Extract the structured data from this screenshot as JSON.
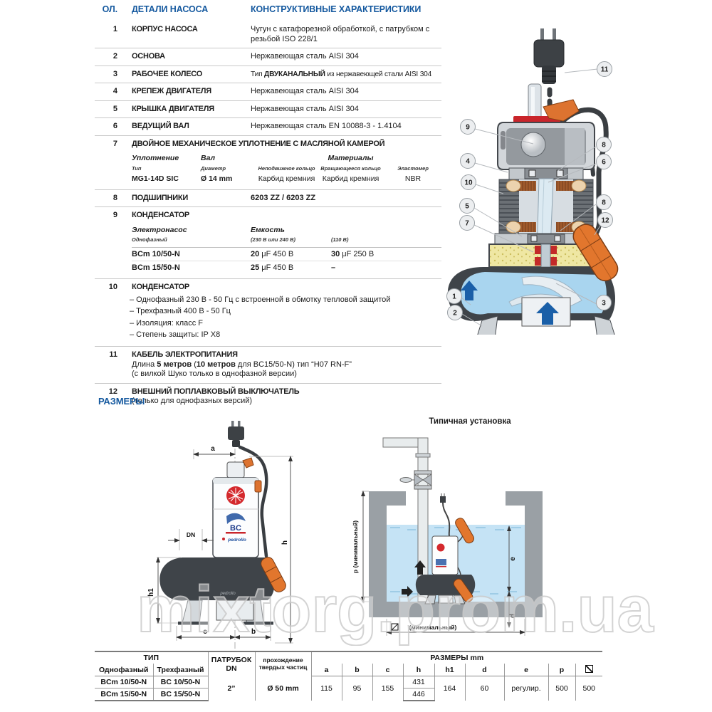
{
  "colors": {
    "accent_blue": "#15599f",
    "orange": "#dd7330",
    "red": "#c9252b",
    "water_blue": "#a9d5ef",
    "dark_gray": "#3f4449"
  },
  "parts_table": {
    "header": {
      "pos": "ОЛ.",
      "parts": "ДЕТАЛИ НАСОСА",
      "characteristics": "КОНСТРУКТИВНЫЕ ХАРАКТЕРИСТИКИ"
    },
    "rows": [
      {
        "num": "1",
        "name": "КОРПУС НАСОСА",
        "desc": "Чугун с катафорезной обработкой, с  патрубком с резьбой ISO 228/1"
      },
      {
        "num": "2",
        "name": "ОСНОВА",
        "desc": "Нержавеющая сталь AISI 304"
      },
      {
        "num": "3",
        "name": "РАБОЧЕЕ КОЛЕСО",
        "desc_pre": "Тип ",
        "desc_bold": "ДВУКАНАЛЬНЫЙ",
        "desc_post": " из нержавеющей стали AISI 304"
      },
      {
        "num": "4",
        "name": "КРЕПЕЖ ДВИГАТЕЛЯ",
        "desc": "Нержавеющая сталь AISI 304"
      },
      {
        "num": "5",
        "name": "КРЫШКА ДВИГАТЕЛЯ",
        "desc": "Нержавеющая сталь AISI 304"
      },
      {
        "num": "6",
        "name": "ВЕДУЩИЙ ВАЛ",
        "desc": "Нержавеющая сталь EN 10088-3 - 1.4104"
      },
      {
        "num": "7",
        "name": "ДВОЙНОЕ МЕХАНИЧЕСКОЕ УПЛОТНЕНИЕ С МАСЛЯНОЙ КАМЕРОЙ"
      },
      {
        "num": "8",
        "name": "ПОДШИПНИКИ",
        "desc": "6203 ZZ / 6203 ZZ"
      },
      {
        "num": "9",
        "name": "КОНДЕНСАТОР"
      },
      {
        "num": "10",
        "name": "КОНДЕНСАТОР",
        "bullets": [
          "– Однофазный 230 В - 50 Гц с встроенной в обмотку тепловой защитой",
          "– Трехфазный 400 В - 50 Гц",
          "– Изоляция: класс F",
          "– Степень защиты: IP X8"
        ]
      },
      {
        "num": "11",
        "name": "КАБЕЛЬ ЭЛЕКТРОПИТАНИЯ",
        "line1_pre": "Длина ",
        "line1_bold1": "5 метров",
        "line1_mid": " (",
        "line1_bold2": "10 метров",
        "line1_post": " для BC15/50-N)  тип “H07 RN-F”",
        "line2": "(с вилкой Шуко только в однофазной версии)"
      },
      {
        "num": "12",
        "name": "ВНЕШНИЙ ПОПЛАВКОВЫЙ ВЫКЛЮЧАТЕЛЬ",
        "sub": "(только для однофазных версий)"
      }
    ],
    "seal_table": {
      "col1_title": "Уплотнение",
      "col1_sub": "Тип",
      "col2_title": "Вал",
      "col2_sub": "Диаметр",
      "materials_title": "Материалы",
      "col3_sub": "Неподвижное кольцо",
      "col4_sub": "Вращающееся кольцо",
      "col5_sub": "Эластомер",
      "row": {
        "type": "MG1-14D SIC",
        "shaft": "Ø 14 mm",
        "stationary": "Карбид кремния",
        "rotating": "Карбид кремния",
        "elastomer": "NBR"
      }
    },
    "capacitor_table": {
      "col1_title": "Электронасос",
      "col1_sub": "Однофазный",
      "col2_title": "Емкость",
      "col2_sub": "(230 В или 240 В)",
      "col3_sub": "(110 В)",
      "rows": [
        {
          "model": "BCm 10/50-N",
          "cap230_bold": "20",
          "cap230_rest": " μF 450 В",
          "cap110_bold": "30",
          "cap110_rest": " μF 250 В"
        },
        {
          "model": "BCm 15/50-N",
          "cap230_bold": "25",
          "cap230_rest": " μF 450 В",
          "cap110_bold": "–",
          "cap110_rest": ""
        }
      ]
    }
  },
  "pump_diagram": {
    "callouts": [
      "11",
      "9",
      "8",
      "4",
      "6",
      "10",
      "5",
      "8",
      "7",
      "12",
      "1",
      "3",
      "2"
    ]
  },
  "dimensions": {
    "title": "РАЗМЕРЫ",
    "installation_title": "Типичная установка",
    "labels": {
      "a": "a",
      "dn": "DN",
      "h1": "h1",
      "h": "h",
      "c": "c",
      "b": "b",
      "p": "p  (минимальный)",
      "e": "e",
      "d": "d",
      "square_min": "(минимальный)"
    }
  },
  "brand": {
    "bc": "BC",
    "pedrollo": "pedrollo"
  },
  "watermark": "mixtorg.prom.ua",
  "size_table": {
    "type_header": "ТИП",
    "single": "Однофазный",
    "three": "Трехфазный",
    "port_header": "ПАТРУБОК",
    "port_sub": "DN",
    "solids_line1": "прохождение",
    "solids_line2": "твердых частиц",
    "dims_header": "РАЗМЕРЫ mm",
    "dim_cols": [
      "a",
      "b",
      "c",
      "h",
      "h1",
      "d",
      "e",
      "p"
    ],
    "rows": [
      {
        "single": "BCm 10/50-N",
        "three": "BC 10/50-N",
        "h": "431"
      },
      {
        "single": "BCm 15/50-N",
        "three": "BC 15/50-N",
        "h": "446"
      }
    ],
    "shared": {
      "dn": "2”",
      "solids": "Ø 50 mm",
      "a": "115",
      "b": "95",
      "c": "155",
      "h1": "164",
      "d": "60",
      "e": "регулир.",
      "p": "500",
      "square": "500"
    }
  }
}
